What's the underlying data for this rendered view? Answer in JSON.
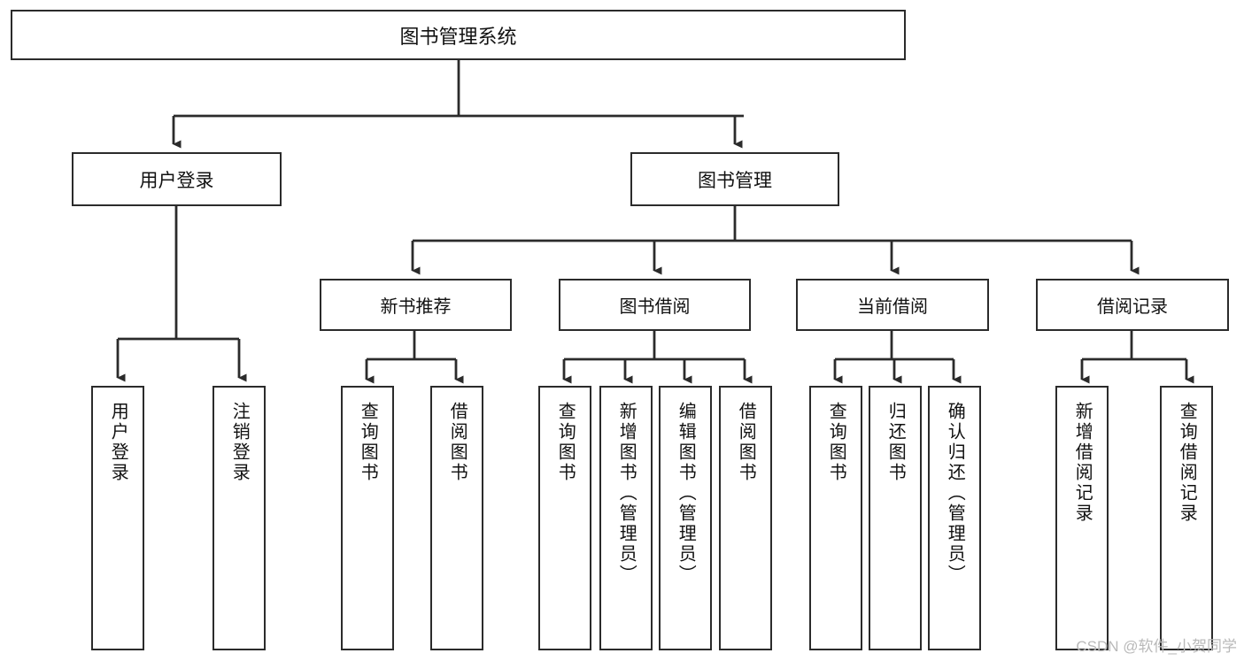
{
  "diagram": {
    "title": "图书管理系统",
    "root": {
      "label": "图书管理系统"
    },
    "level1": [
      {
        "label": "用户登录"
      },
      {
        "label": "图书管理"
      }
    ],
    "level2": [
      {
        "label": "新书推荐"
      },
      {
        "label": "图书借阅"
      },
      {
        "label": "当前借阅"
      },
      {
        "label": "借阅记录"
      }
    ],
    "leaves": [
      {
        "label": "用户登录"
      },
      {
        "label": "注销登录"
      },
      {
        "label": "查询图书"
      },
      {
        "label": "借阅图书"
      },
      {
        "label": "查询图书"
      },
      {
        "label": "新增图书（管理员）"
      },
      {
        "label": "编辑图书（管理员）"
      },
      {
        "label": "借阅图书"
      },
      {
        "label": "查询图书"
      },
      {
        "label": "归还图书"
      },
      {
        "label": "确认归还（管理员）"
      },
      {
        "label": "新增借阅记录"
      },
      {
        "label": "查询借阅记录"
      }
    ],
    "colors": {
      "stroke": "#2b2b2b",
      "fill": "#ffffff",
      "text": "#111111",
      "watermark": "#b9b9b9"
    }
  },
  "watermark": {
    "text": "CSDN @软件_小贺同学"
  }
}
